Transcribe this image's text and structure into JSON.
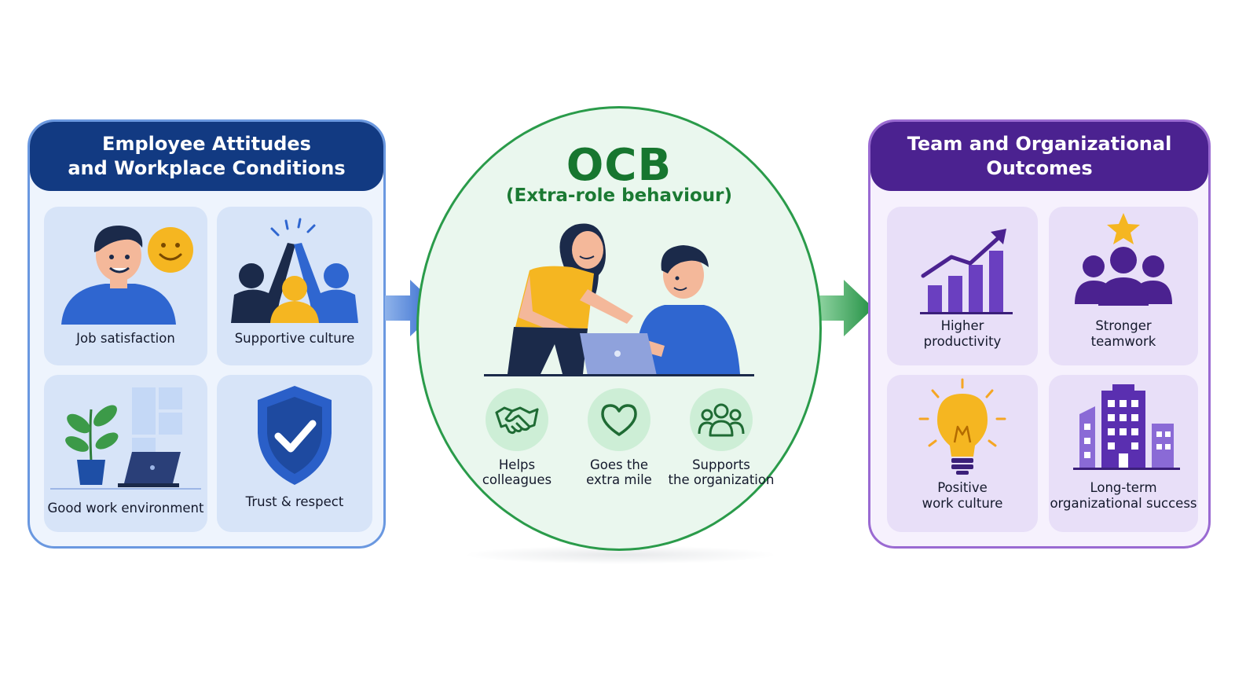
{
  "left_panel": {
    "title_line1": "Employee Attitudes",
    "title_line2": "and Workplace Conditions",
    "tiles": [
      {
        "label": "Job satisfaction",
        "icon": "smiling-employee-icon"
      },
      {
        "label": "Supportive culture",
        "icon": "high-five-team-icon"
      },
      {
        "label": "Good work environment",
        "icon": "plant-laptop-desk-icon"
      },
      {
        "label": "Trust & respect",
        "icon": "shield-check-icon"
      }
    ]
  },
  "center": {
    "title": "OCB",
    "subtitle": "(Extra-role behaviour)",
    "behaviours": [
      {
        "line1": "Helps",
        "line2": "colleagues",
        "icon": "handshake-icon"
      },
      {
        "line1": "Goes the",
        "line2": "extra mile",
        "icon": "heart-icon"
      },
      {
        "line1": "Supports",
        "line2": "the organization",
        "icon": "group-icon"
      }
    ]
  },
  "right_panel": {
    "title_line1": "Team and Organizational",
    "title_line2": "Outcomes",
    "tiles": [
      {
        "line1": "Higher",
        "line2": "productivity",
        "icon": "growth-chart-icon"
      },
      {
        "line1": "Stronger",
        "line2": "teamwork",
        "icon": "team-star-icon"
      },
      {
        "line1": "Positive",
        "line2": "work culture",
        "icon": "lightbulb-icon"
      },
      {
        "line1": "Long-term",
        "line2": "organizational success",
        "icon": "office-buildings-icon"
      }
    ]
  },
  "colors": {
    "left_accent": "#123a82",
    "center_accent": "#17762f",
    "right_accent": "#4b2290"
  }
}
